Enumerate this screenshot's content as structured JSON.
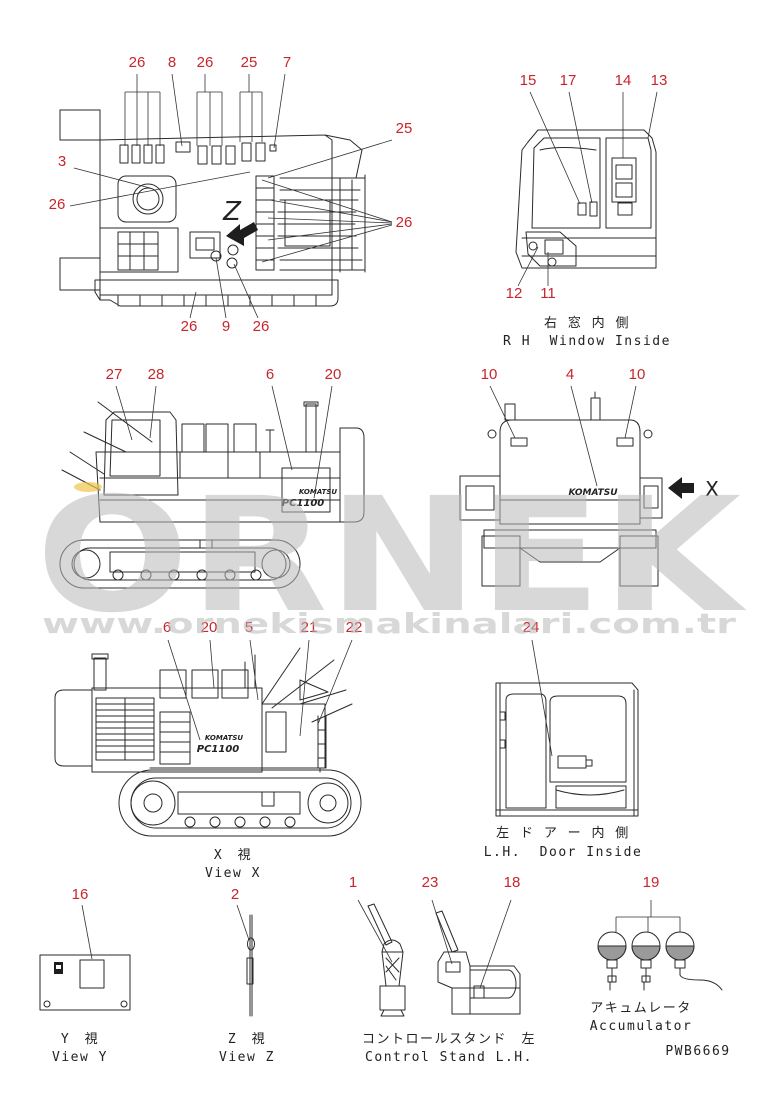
{
  "views": {
    "top": {
      "callouts": [
        "26",
        "8",
        "26",
        "25",
        "7",
        "25",
        "3",
        "26",
        "26",
        "26",
        "9",
        "26"
      ],
      "marker": "Z"
    },
    "rh_window": {
      "callouts": [
        "15",
        "17",
        "14",
        "13",
        "12",
        "11"
      ],
      "label_jp": "右 窓 内 側",
      "label_en": "R H  Window Inside"
    },
    "side": {
      "callouts": [
        "27",
        "28",
        "6",
        "20"
      ],
      "model": "PC1100",
      "brand": "KOMATSU"
    },
    "rear": {
      "callouts": [
        "10",
        "4",
        "10"
      ],
      "marker": "X",
      "brand": "KOMATSU"
    },
    "view_x": {
      "callouts": [
        "6",
        "20",
        "5",
        "21",
        "22"
      ],
      "model": "PC1100",
      "brand": "KOMATSU",
      "label_jp": "X　視",
      "label_en": "View X"
    },
    "lh_door": {
      "callouts": [
        "24"
      ],
      "label_jp": "左 ド ア ー 内 側",
      "label_en": "L.H.  Door Inside"
    },
    "view_y": {
      "callouts": [
        "16"
      ],
      "label_jp": "Y　視",
      "label_en": "View Y"
    },
    "view_z": {
      "callouts": [
        "2"
      ],
      "label_jp": "Z　視",
      "label_en": "View Z"
    },
    "control_stand": {
      "callouts": [
        "1",
        "23",
        "18"
      ],
      "label_jp": "コントロールスタンド　左",
      "label_en": "Control Stand L.H."
    },
    "accumulator": {
      "callouts": [
        "19"
      ],
      "label_jp": "アキュムレータ",
      "label_en": "Accumulator"
    }
  },
  "drawing_code": "PWB6669",
  "watermark": {
    "logo": "ORNEK",
    "url": "www.ornekismakinalari.com.tr"
  },
  "colors": {
    "callout": "#c8252c",
    "line": "#2a2a2a",
    "watermark": "#b9b9b9",
    "accent": "#f0c44a"
  }
}
